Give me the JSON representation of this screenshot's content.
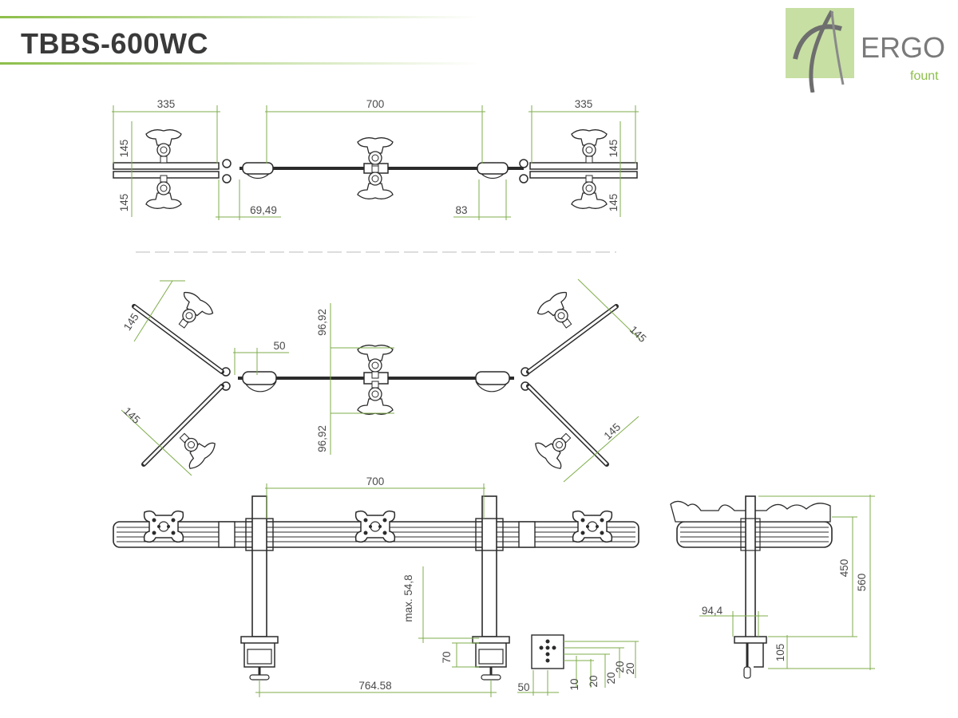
{
  "header": {
    "title": "TBBS-600WC"
  },
  "logo": {
    "brand": "ERGO",
    "sub": "fount"
  },
  "colors": {
    "accent": "#8dbf4a",
    "dim_line": "#7fae4b",
    "drawing": "#2b2b2b",
    "title": "#3a3a3a"
  },
  "top_view": {
    "dims": {
      "left_width": "335",
      "center_width": "700",
      "right_width": "335",
      "left_upper": "145",
      "left_lower": "145",
      "right_upper": "145",
      "right_lower": "145",
      "left_offset": "69,49",
      "right_offset": "83"
    }
  },
  "angled_view": {
    "dims": {
      "upper_left": "145",
      "lower_left": "145",
      "upper_right": "145",
      "lower_right": "145",
      "offset": "50",
      "rise_up": "96,92",
      "rise_down": "96,92"
    }
  },
  "front_view": {
    "dims": {
      "post_spacing": "700",
      "clamp_spacing": "764.58",
      "max_clamp": "max. 54,8",
      "clamp_height": "70",
      "plate_width": "50",
      "hole_1": "10",
      "hole_2": "20",
      "hole_3": "20",
      "hole_4": "20",
      "hole_5": "20"
    }
  },
  "side_view": {
    "dims": {
      "depth": "94,4",
      "height_450": "450",
      "height_560": "560",
      "height_105": "105"
    }
  }
}
